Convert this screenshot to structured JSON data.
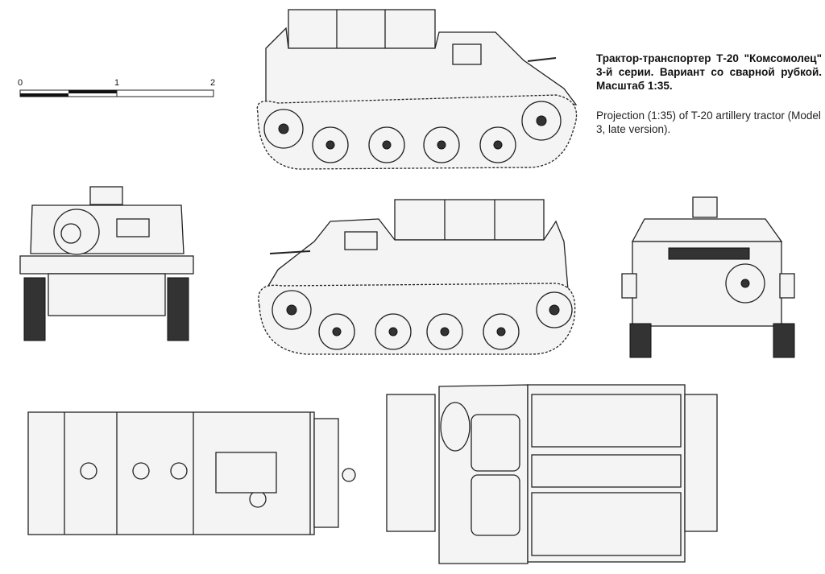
{
  "caption": {
    "russian": "Трактор-транспортер Т-20 \"Комсомолец\" 3-й серии. Вариант со сварной рубкой. Масштаб 1:35.",
    "english": "Projection (1:35) of T-20 artillery tractor (Model 3, late version)."
  },
  "scale_bar": {
    "ticks": [
      "0",
      "1",
      "2"
    ]
  },
  "views": [
    "side-left",
    "side-right",
    "front",
    "rear",
    "top-underside",
    "top"
  ],
  "colors": {
    "line": "#222222",
    "background": "#ffffff"
  }
}
